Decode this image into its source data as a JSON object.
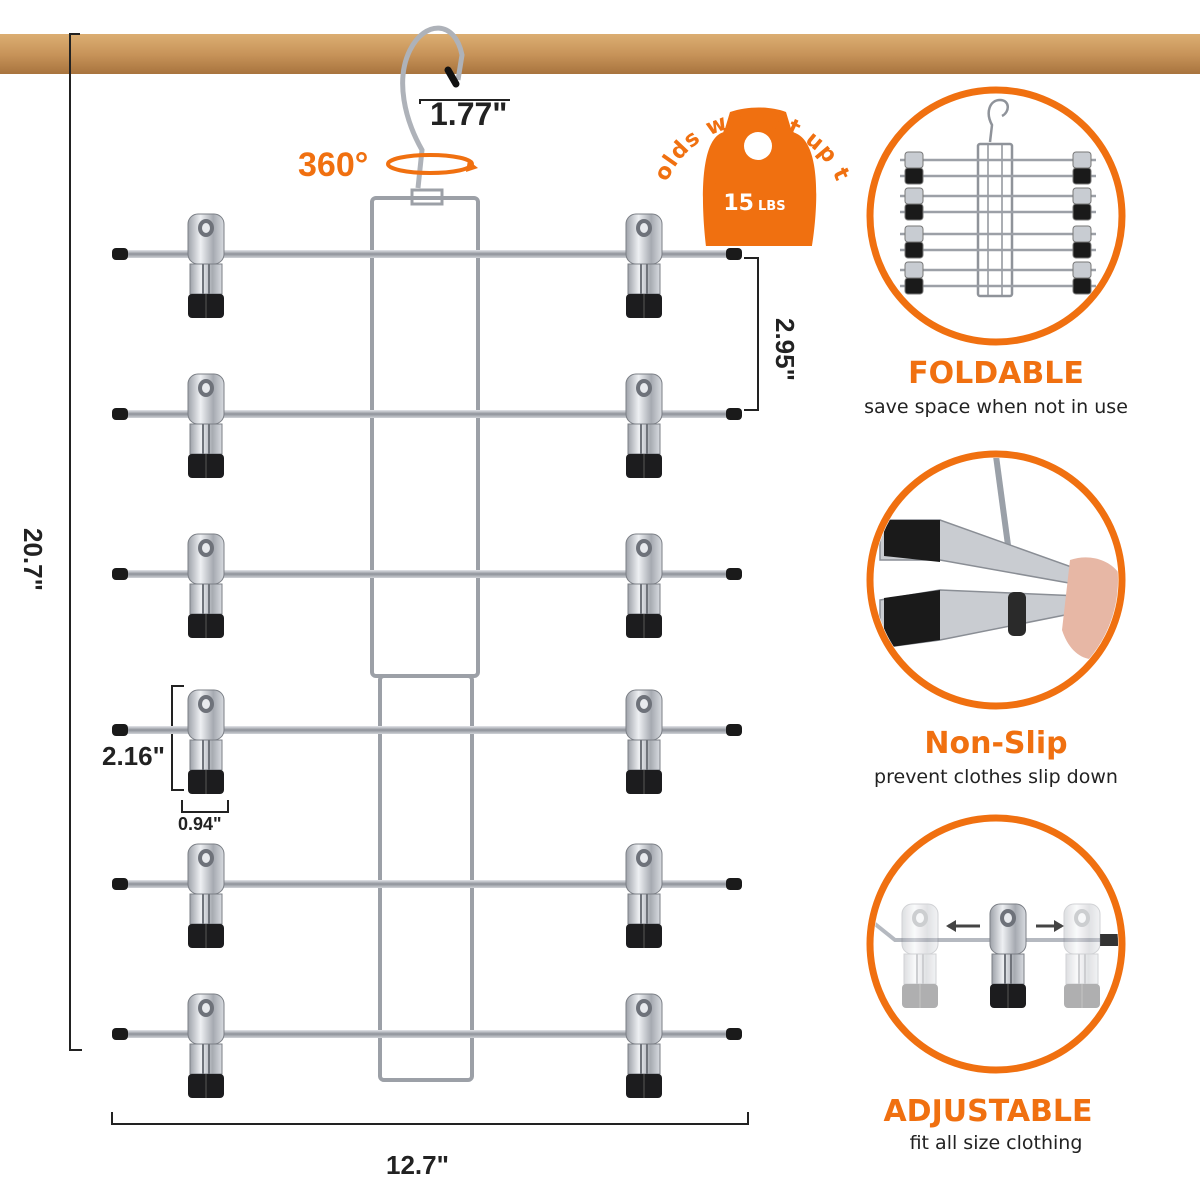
{
  "dimensions": {
    "hook": "1.77\"",
    "rotation": "360°",
    "bar_spacing": "2.95\"",
    "total_height": "20.7\"",
    "clip_height": "2.16\"",
    "clip_width": "0.94\"",
    "total_width": "12.7\""
  },
  "weight_badge": {
    "arc_text": "holds weight up to",
    "value": "15",
    "unit": "LBS"
  },
  "features": [
    {
      "title": "FOLDABLE",
      "subtitle": "save space when not in use",
      "icon": "folded-hanger-illustration"
    },
    {
      "title": "Non-Slip",
      "subtitle": "prevent clothes slip down",
      "icon": "clip-closeup-illustration"
    },
    {
      "title": "ADJUSTABLE",
      "subtitle": "fit all size clothing",
      "icon": "sliding-clip-illustration"
    }
  ],
  "colors": {
    "accent": "#f07010",
    "wood": "#c8945a",
    "metal": "#b8bcc4",
    "rubber": "#1a1a1a"
  }
}
